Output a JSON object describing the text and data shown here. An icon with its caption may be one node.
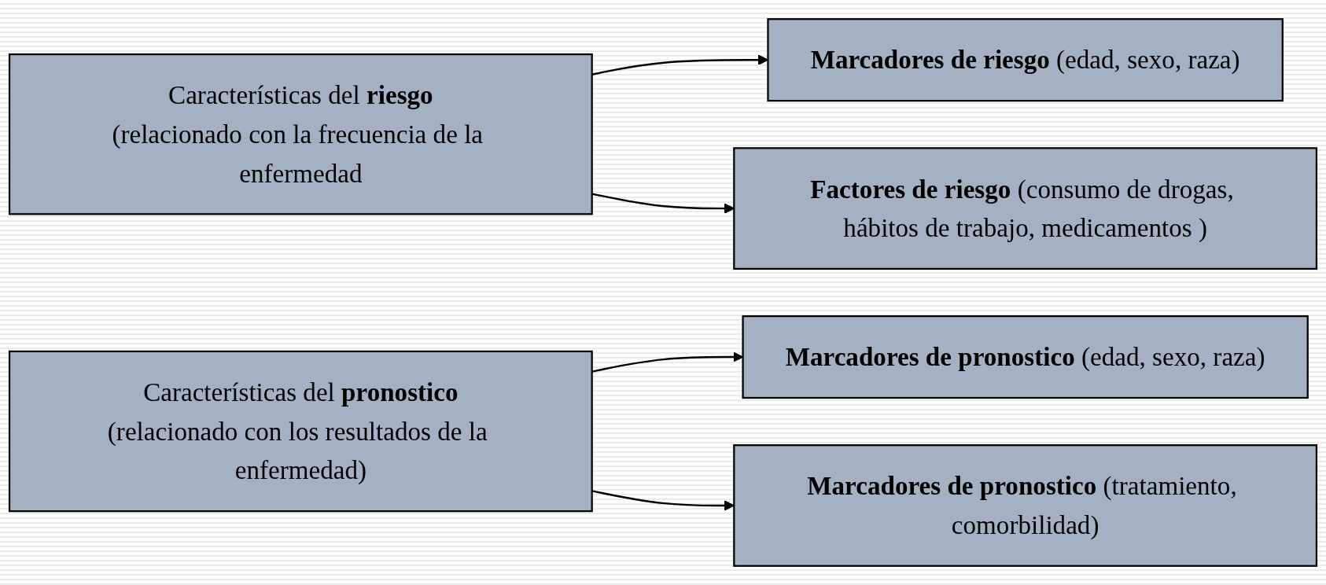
{
  "diagram": {
    "nodes": [
      {
        "text": [
          "Características del **riesgo**",
          "(relacionado con la frecuencia de la enfermedad"
        ]
      },
      {
        "text": [
          "**Marcadores de riesgo** (edad, sexo, raza)"
        ]
      },
      {
        "text": [
          "**Factores de riesgo** (consumo de drogas, hábitos de trabajo, medicamentos )"
        ]
      },
      {
        "text": [
          "Características del **pronostico**",
          "(relacionado con los resultados de la enfermedad)"
        ]
      },
      {
        "text": [
          "**Marcadores de pronostico** (edad, sexo, raza)"
        ]
      },
      {
        "text": [
          "**Marcadores de pronostico** (tratamiento, comorbilidad)"
        ]
      }
    ],
    "edges": [
      {
        "from": 0,
        "to": 1,
        "arrow": "to"
      },
      {
        "from": 0,
        "to": 2,
        "arrow": "to"
      },
      {
        "from": 3,
        "to": 4,
        "arrow": "to"
      },
      {
        "from": 3,
        "to": 5,
        "arrow": "to"
      }
    ]
  }
}
